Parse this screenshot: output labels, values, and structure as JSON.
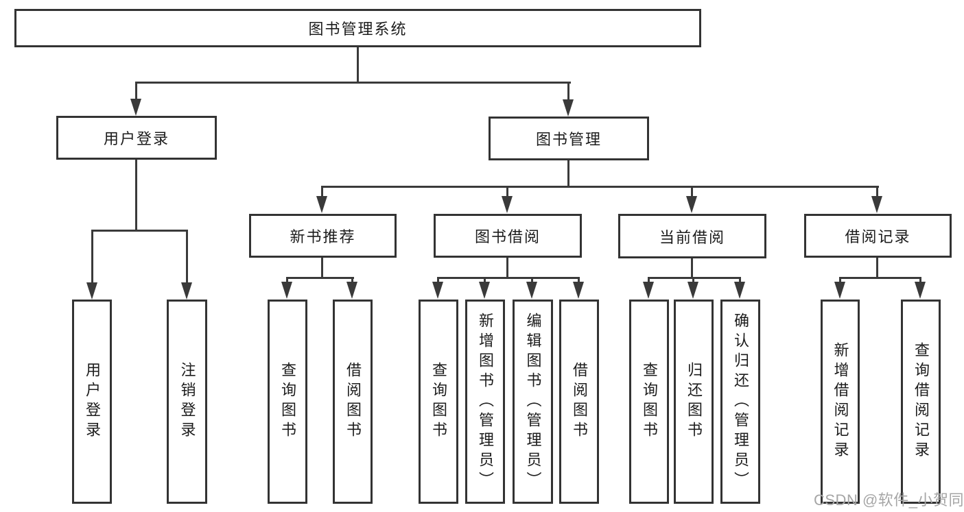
{
  "diagram": {
    "root": {
      "label": "图书管理系统"
    },
    "level2": [
      {
        "label": "用户登录"
      },
      {
        "label": "图书管理"
      }
    ],
    "level3": [
      {
        "label": "新书推荐"
      },
      {
        "label": "图书借阅"
      },
      {
        "label": "当前借阅"
      },
      {
        "label": "借阅记录"
      }
    ],
    "leaves": {
      "user_login": [
        {
          "label": "用户登录"
        },
        {
          "label": "注销登录"
        }
      ],
      "new_book_recommend": [
        {
          "label": "查询图书"
        },
        {
          "label": "借阅图书"
        }
      ],
      "book_borrow": [
        {
          "label": "查询图书"
        },
        {
          "label": "新增图书（管理员）"
        },
        {
          "label": "编辑图书（管理员）"
        },
        {
          "label": "借阅图书"
        }
      ],
      "current_borrow": [
        {
          "label": "查询图书"
        },
        {
          "label": "归还图书"
        },
        {
          "label": "确认归还（管理员）"
        }
      ],
      "borrow_records": [
        {
          "label": "新增借阅记录"
        },
        {
          "label": "查询借阅记录"
        }
      ]
    }
  },
  "watermark": {
    "text": "CSDN @软件_小贺同学"
  },
  "colors": {
    "line": "#3a3a3a",
    "border": "#333333",
    "text": "#1c1c1c",
    "watermark": "#a6a6a6",
    "background": "#ffffff"
  }
}
